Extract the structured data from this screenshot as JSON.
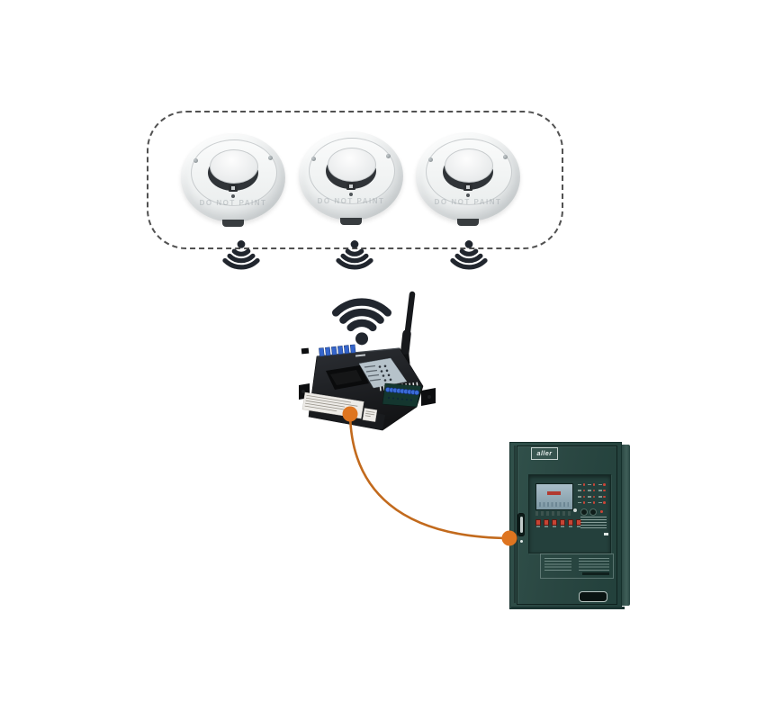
{
  "diagram_title": "wireless-smoke-detectors-to-gateway-to-fire-alarm-panel",
  "detector": {
    "label": "DO NOT PAINT",
    "count": 3
  },
  "panel": {
    "brand": "aller"
  },
  "icons": {
    "wifi_down": "wifi-signal-down-icon",
    "wifi_up": "wifi-signal-up-icon",
    "antenna": "gateway-antenna"
  },
  "colors": {
    "wifi_dark": "#21262e",
    "dashed_border": "#515151",
    "cable_orange": "#de7520",
    "cable_stroke": "#c26a1d",
    "cabinet_green": "#2a4742",
    "terminal_blue": "#3a6bd6",
    "detector_white": "#eceff0",
    "gateway_black": "#1b1d20"
  }
}
